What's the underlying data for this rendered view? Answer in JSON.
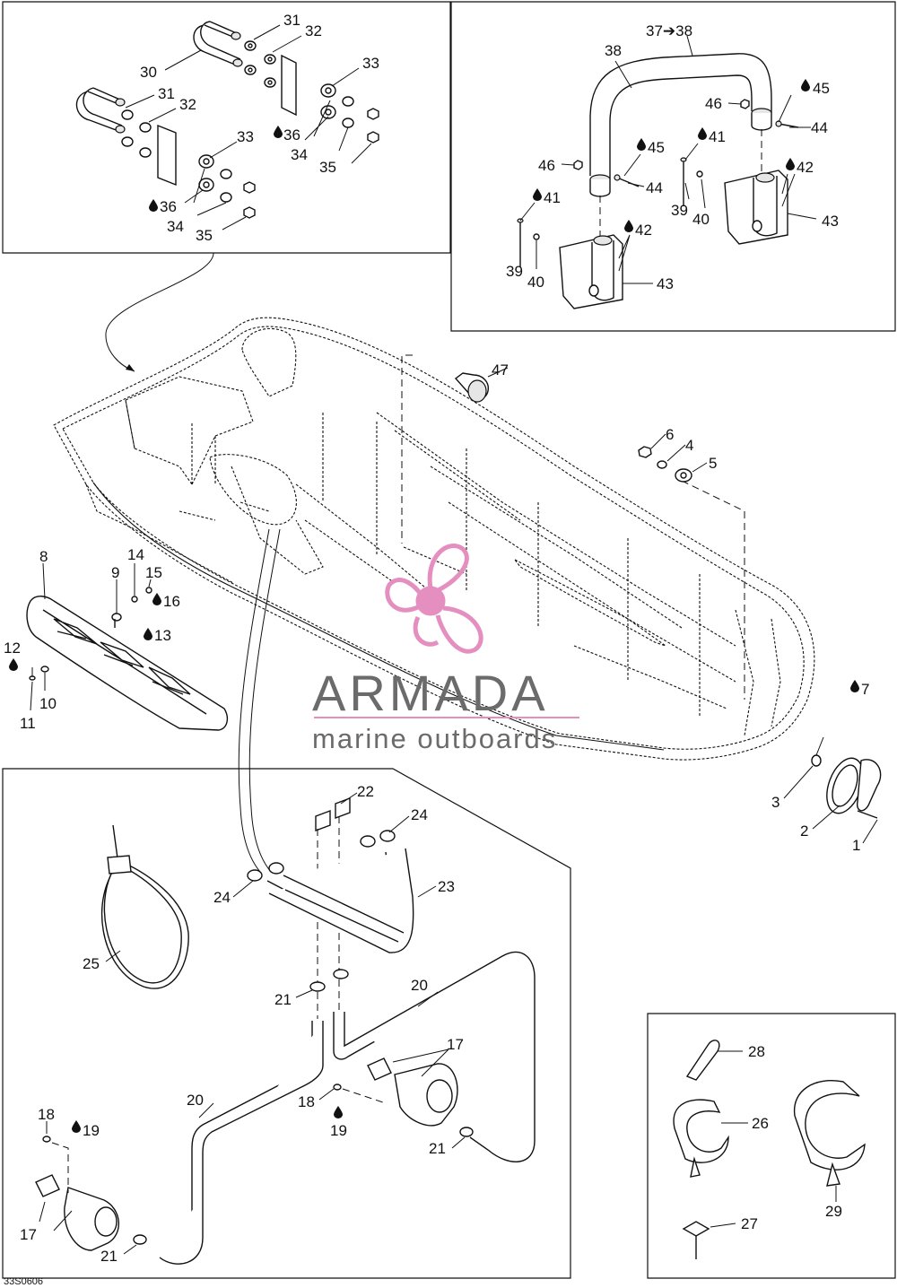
{
  "diagram": {
    "drawing_code": "33S0606",
    "watermark": {
      "brand": "ARMADA",
      "tagline": "marine outboards",
      "logo_color": "#e48fbf",
      "text_color": "#6b6b6b"
    },
    "callouts": {
      "c1": "1",
      "c2": "2",
      "c3": "3",
      "c4": "4",
      "c5": "5",
      "c6": "6",
      "c7": "7",
      "c8": "8",
      "c9": "9",
      "c10": "10",
      "c11": "11",
      "c12": "12",
      "c13": "13",
      "c14": "14",
      "c15": "15",
      "c16": "16",
      "c17a": "17",
      "c17b": "17",
      "c18a": "18",
      "c18b": "18",
      "c19a": "19",
      "c19b": "19",
      "c20a": "20",
      "c20b": "20",
      "c21a": "21",
      "c21b": "21",
      "c21c": "21",
      "c22": "22",
      "c23": "23",
      "c24a": "24",
      "c24b": "24",
      "c25": "25",
      "c26": "26",
      "c27": "27",
      "c28": "28",
      "c29": "29",
      "c30": "30",
      "c31a": "31",
      "c31b": "31",
      "c32a": "32",
      "c32b": "32",
      "c33a": "33",
      "c33b": "33",
      "c34a": "34",
      "c34b": "34",
      "c35a": "35",
      "c35b": "35",
      "c36a": "36",
      "c36b": "36",
      "c3738": "37➔38",
      "c38": "38",
      "c39a": "39",
      "c39b": "39",
      "c40a": "40",
      "c40b": "40",
      "c41a": "41",
      "c41b": "41",
      "c42a": "42",
      "c42b": "42",
      "c43a": "43",
      "c43b": "43",
      "c44a": "44",
      "c44b": "44",
      "c45a": "45",
      "c45b": "45",
      "c46a": "46",
      "c46b": "46",
      "c47": "47"
    },
    "icons": {
      "sealant": "droplet-icon"
    }
  }
}
